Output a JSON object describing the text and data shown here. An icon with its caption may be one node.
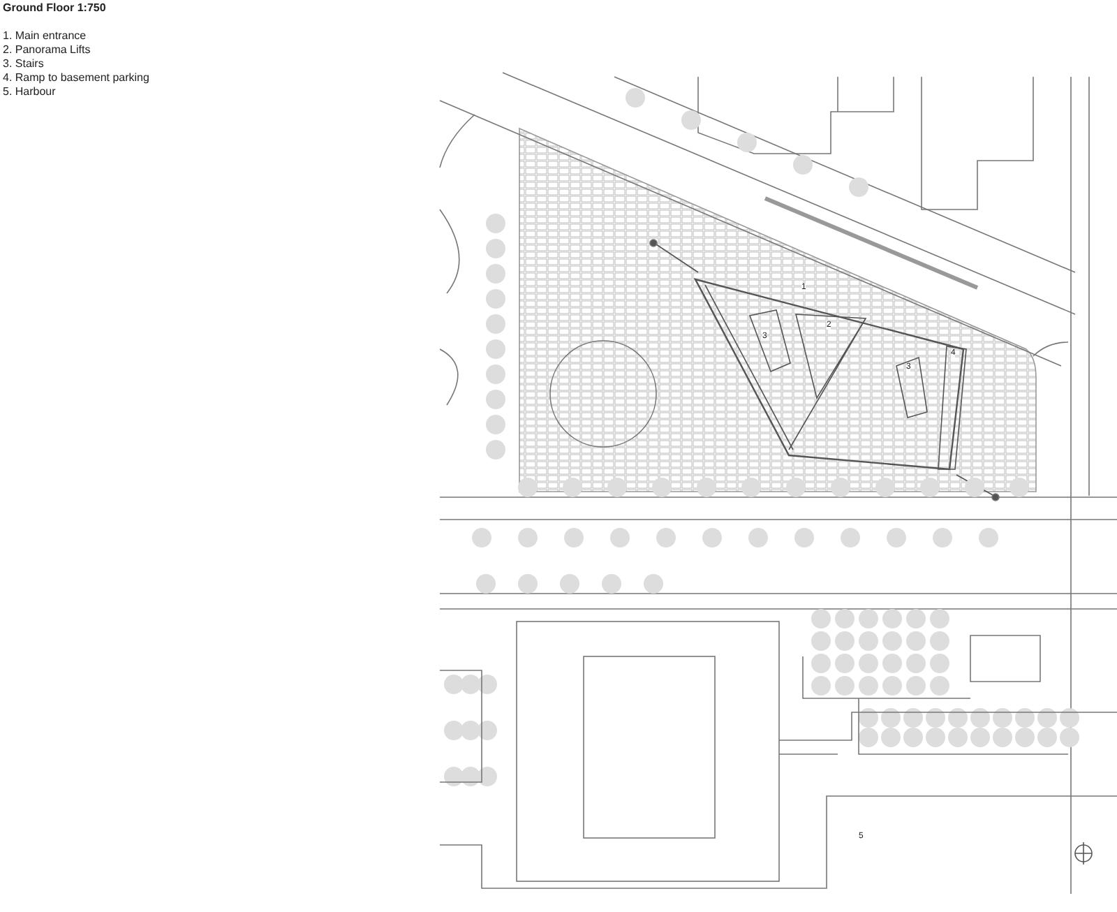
{
  "diagram": {
    "title": "Ground Floor  1:750",
    "labels": [
      "1. Main entrance",
      "2. Panorama Lifts",
      "3. Stairs",
      "4. Ramp to basement parking",
      "5. Harbour",
      "1",
      "2",
      "3",
      "4",
      "3",
      "5"
    ]
  }
}
